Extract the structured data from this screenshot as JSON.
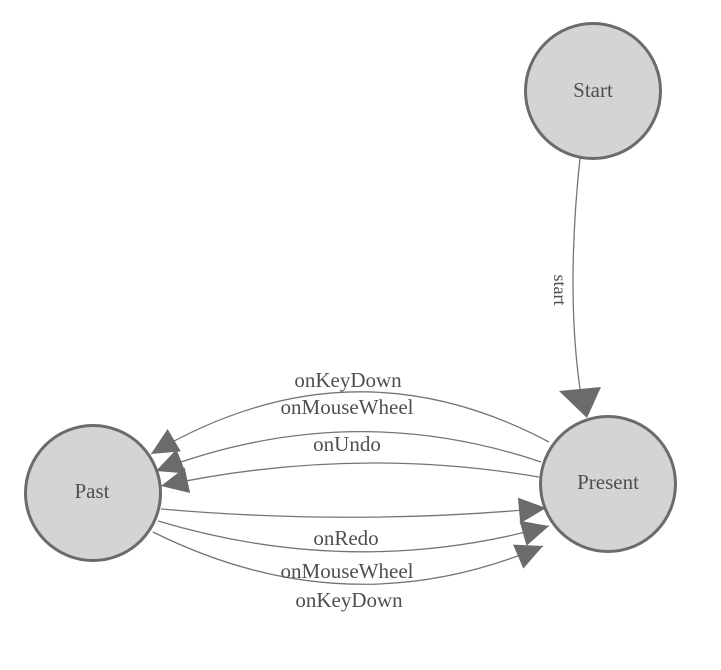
{
  "diagram": {
    "type": "state-machine",
    "nodes": {
      "start": {
        "label": "Start"
      },
      "present": {
        "label": "Present"
      },
      "past": {
        "label": "Past"
      }
    },
    "edges": {
      "start_to_present": {
        "from": "Start",
        "to": "Present",
        "label": "start"
      },
      "present_to_past_onKeyDown": {
        "from": "Present",
        "to": "Past",
        "label": "onKeyDown"
      },
      "present_to_past_onMouseWheel": {
        "from": "Present",
        "to": "Past",
        "label": "onMouseWheel"
      },
      "present_to_past_onUndo": {
        "from": "Present",
        "to": "Past",
        "label": "onUndo"
      },
      "past_to_present_onRedo": {
        "from": "Past",
        "to": "Present",
        "label": "onRedo"
      },
      "past_to_present_onMouseWheel": {
        "from": "Past",
        "to": "Present",
        "label": "onMouseWheel"
      },
      "past_to_present_onKeyDown": {
        "from": "Past",
        "to": "Present",
        "label": "onKeyDown"
      }
    },
    "colors": {
      "background": "#ffffff",
      "node_fill": "#d4d4d4",
      "node_stroke": "#6b6b6b",
      "edge_line": "#757575",
      "arrowhead": "#6b6b6b",
      "label_text": "#4f4f4f"
    }
  }
}
